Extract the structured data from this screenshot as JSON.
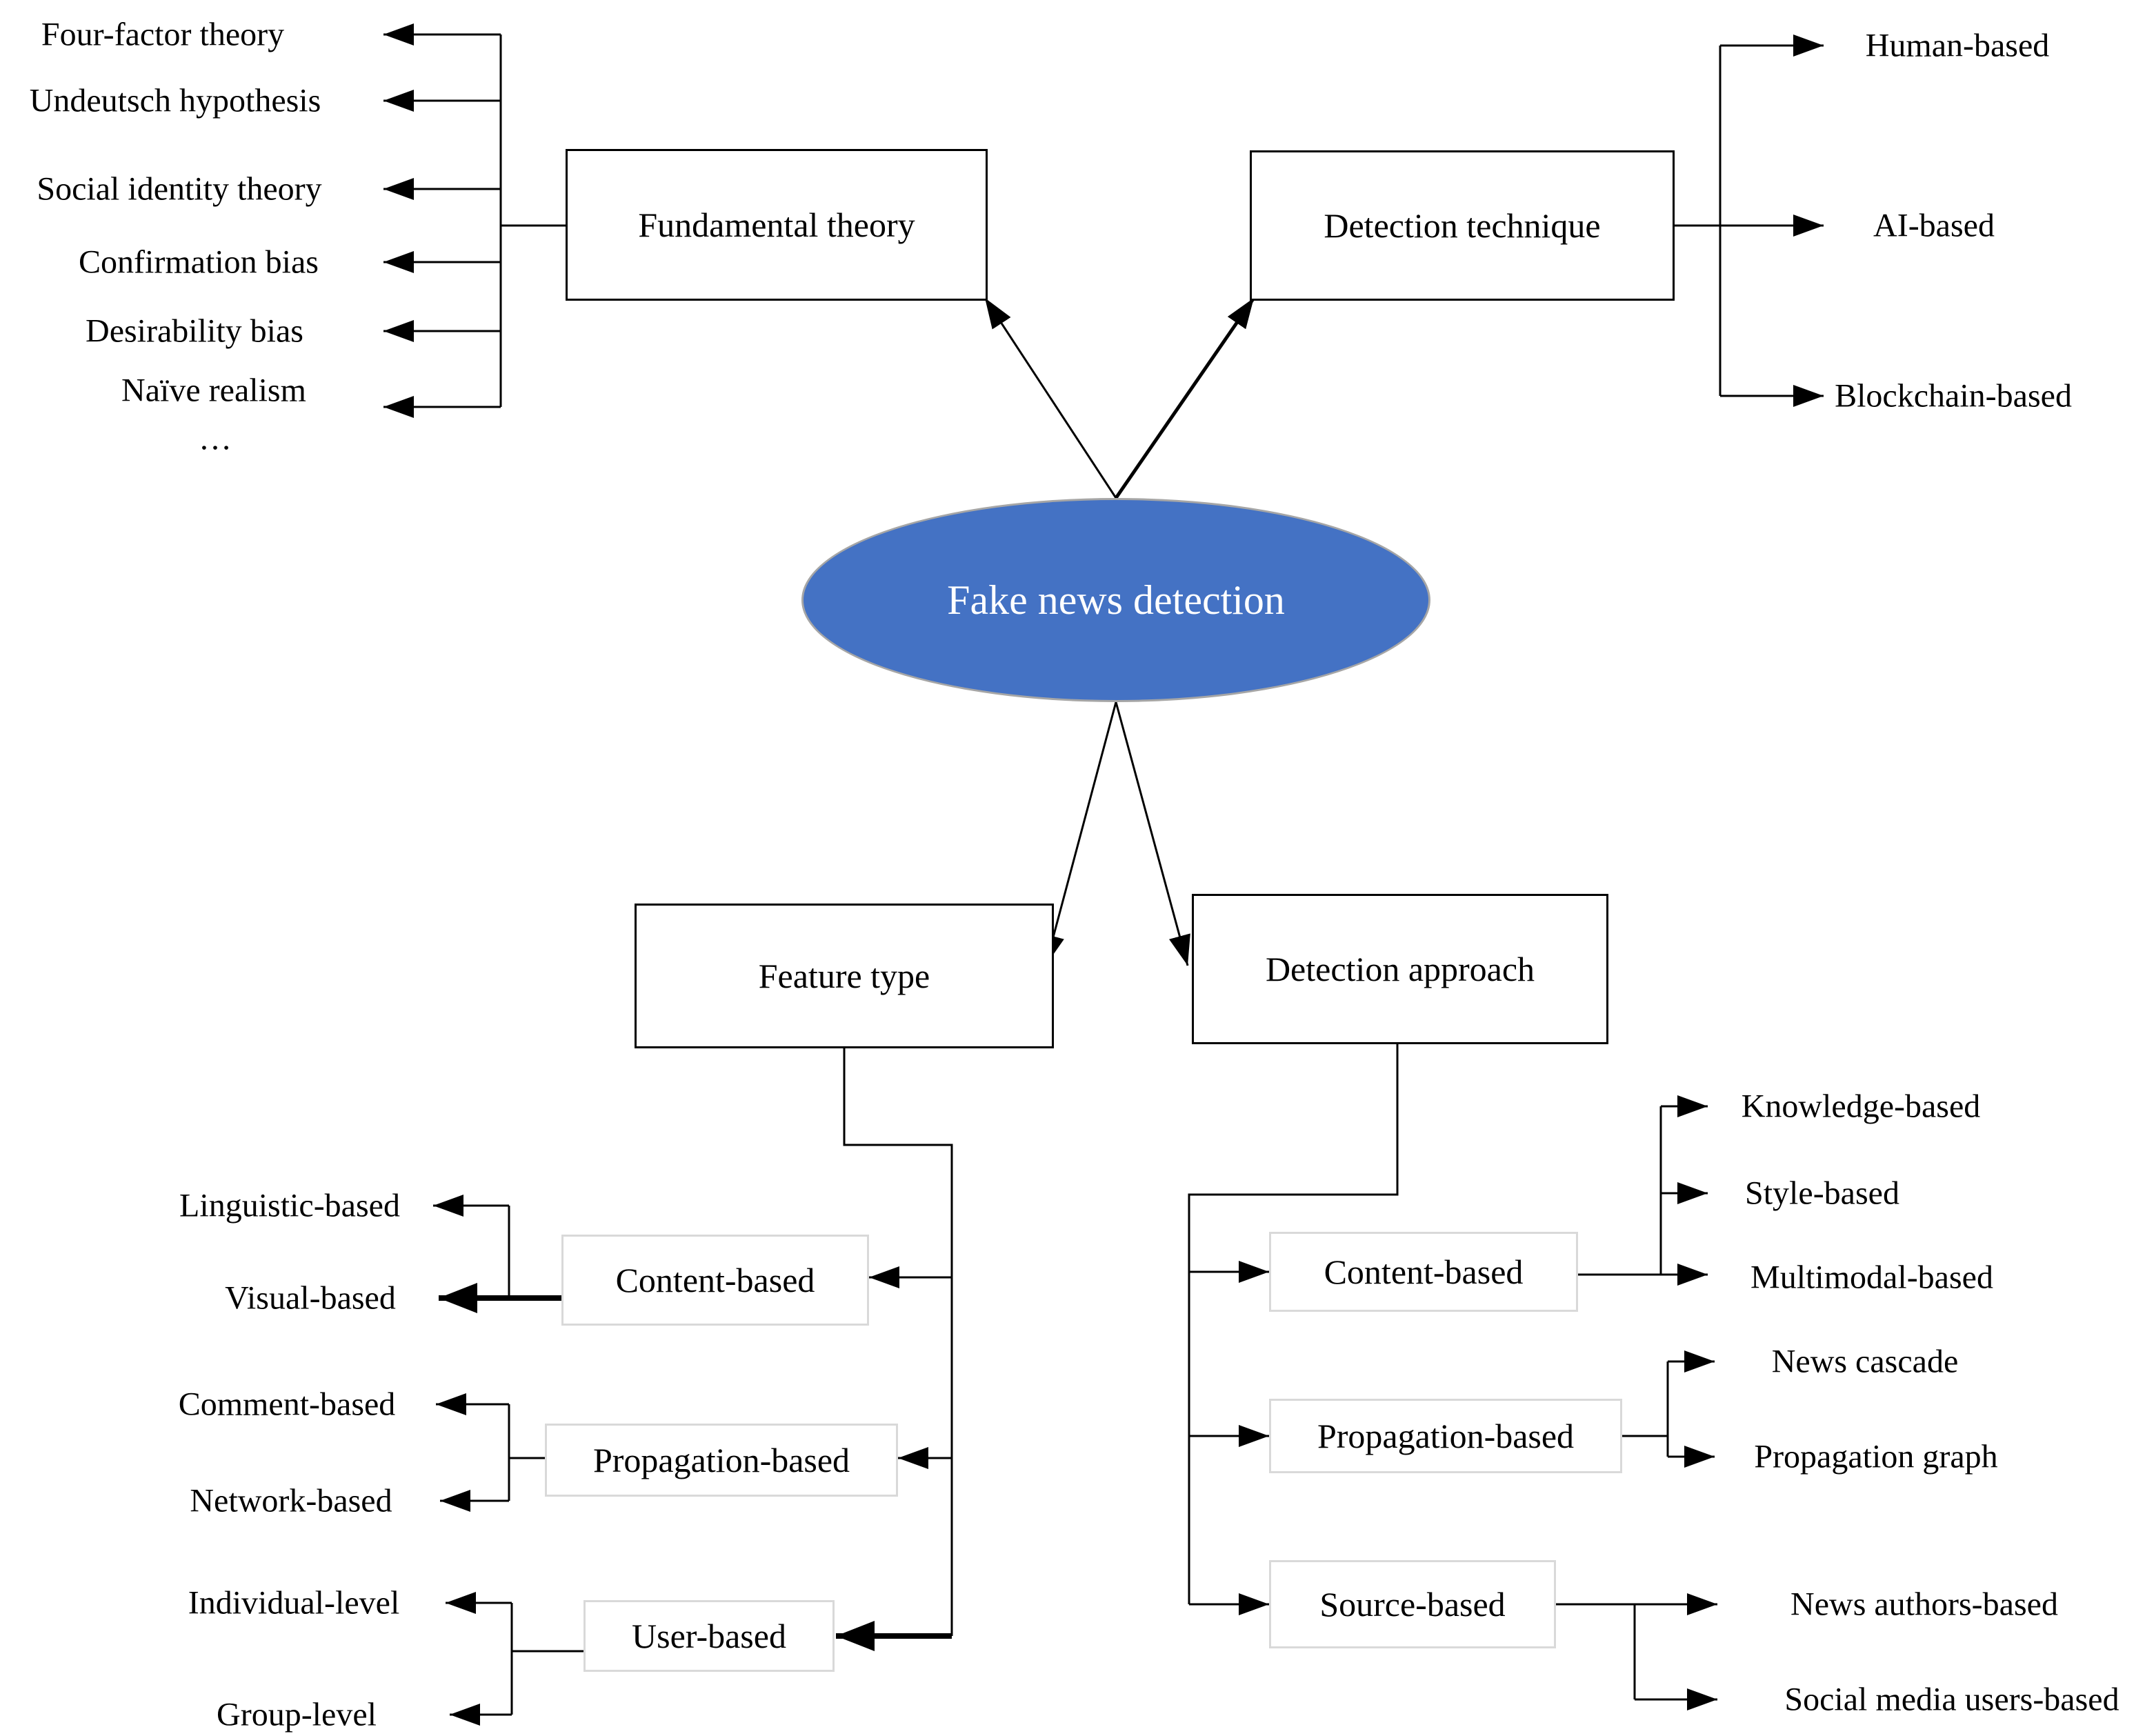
{
  "figure": {
    "root_label": "Fake news detection",
    "colors": {
      "ellipse_fill": "#4472c4",
      "ellipse_border": "#a6a6a6",
      "ellipse_text": "#ffffff",
      "line": "#000000",
      "main_box_border": "#000000",
      "category_box_border": "#d9d9d9"
    },
    "fundamental_theory": {
      "label": "Fundamental theory",
      "leaves": [
        "Four-factor theory",
        "Undeutsch hypothesis",
        "Social identity theory",
        "Confirmation bias",
        "Desirability bias",
        "Naïve realism",
        "…"
      ]
    },
    "detection_technique": {
      "label": "Detection technique",
      "leaves": [
        "Human-based",
        "AI-based",
        "Blockchain-based"
      ]
    },
    "feature_type": {
      "label": "Feature type",
      "content": {
        "label": "Content-based",
        "leaves": [
          "Linguistic-based",
          "Visual-based"
        ]
      },
      "propagation": {
        "label": "Propagation-based",
        "leaves": [
          "Comment-based",
          "Network-based"
        ]
      },
      "user": {
        "label": "User-based",
        "leaves": [
          "Individual-level",
          "Group-level"
        ]
      }
    },
    "detection_approach": {
      "label": "Detection approach",
      "content": {
        "label": "Content-based",
        "leaves": [
          "Knowledge-based",
          "Style-based",
          "Multimodal-based"
        ]
      },
      "propagation": {
        "label": "Propagation-based",
        "leaves": [
          "News cascade",
          "Propagation graph"
        ]
      },
      "source": {
        "label": "Source-based",
        "leaves": [
          "News authors-based",
          "Social media users-based"
        ]
      }
    }
  }
}
